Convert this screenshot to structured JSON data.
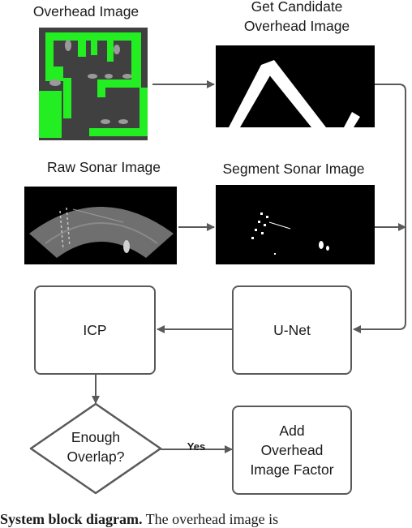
{
  "labels": {
    "overhead_image": "Overhead Image",
    "candidate_line1": "Get Candidate",
    "candidate_line2": "Overhead Image",
    "raw_sonar": "Raw Sonar Image",
    "segment_sonar": "Segment Sonar Image"
  },
  "boxes": {
    "icp": "ICP",
    "unet": "U-Net",
    "factor_line1": "Add",
    "factor_line2": "Overhead",
    "factor_line3": "Image Factor"
  },
  "decision": {
    "line1": "Enough",
    "line2": "Overlap?",
    "yes_label": "Yes"
  },
  "caption": {
    "bold": "System block diagram.",
    "text": " The overhead image is"
  },
  "colors": {
    "line": "#5a5a5a",
    "green": "#22ee22",
    "floor": "#404040"
  }
}
